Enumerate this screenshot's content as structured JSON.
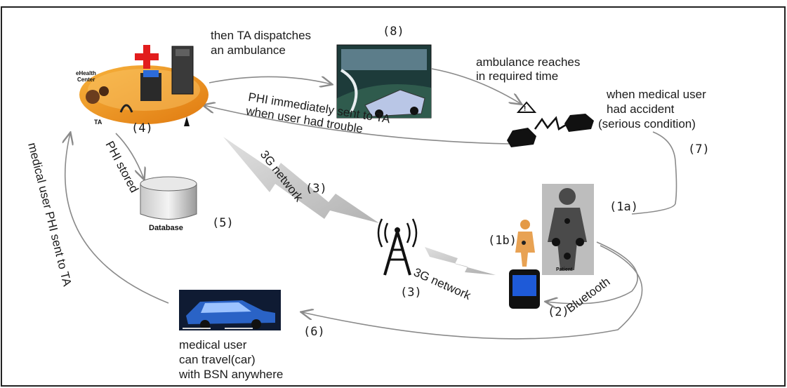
{
  "labels": {
    "dispatch": [
      "then TA dispatches",
      "an ambulance"
    ],
    "reach": [
      "ambulance reaches",
      "in required time"
    ],
    "accident": [
      "when medical user",
      "had accident",
      "(serious condition)"
    ],
    "phi_sent": [
      "PHI immediately sent to TA",
      "when user had trouble"
    ],
    "phi_stored": "PHI stored",
    "net_3g_a": "3G network",
    "net_3g_b": "3G network",
    "bluetooth": "Bluetooth",
    "left_arc": "medical user PHI sent to TA",
    "travel": [
      "medical user",
      "can travel(car)",
      "with BSN anywhere"
    ],
    "ehealth": [
      "eHealth",
      "Center"
    ],
    "ta": "TA",
    "database": "Database",
    "patient": "Patient"
  },
  "steps": {
    "s1a": "(1a)",
    "s1b": "(1b)",
    "s2": "(2)",
    "s3a": "(3)",
    "s3b": "(3)",
    "s4": "(4)",
    "s5": "(5)",
    "s6": "(6)",
    "s7": "(7)",
    "s8": "(8)"
  }
}
